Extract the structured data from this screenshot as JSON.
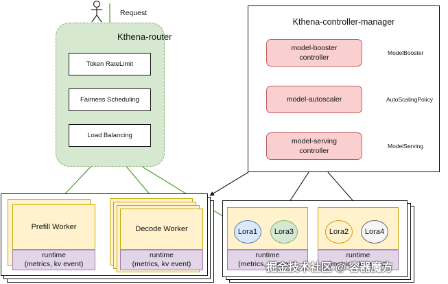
{
  "request": {
    "label": "Request"
  },
  "router": {
    "title": "Kthena-router",
    "steps": [
      "Token RateLimit",
      "Fairness Scheduling",
      "Load Balancing"
    ]
  },
  "controller": {
    "title": "Kthena-controller-manager",
    "items": [
      {
        "line1": "model-booster",
        "line2": "controller",
        "crd": "ModelBooster"
      },
      {
        "line1": "model-autoscaler",
        "line2": "",
        "crd": "AutoScalingPolicy"
      },
      {
        "line1": "model-serving",
        "line2": "controller",
        "crd": "ModelServing"
      }
    ]
  },
  "pools": {
    "prefill": {
      "title": "Prefill Worker",
      "runtime1": "runtime",
      "runtime2": "(metrics, kv event)"
    },
    "decode": {
      "title": "Decode Worker",
      "runtime1": "runtime",
      "runtime2": "(metrics, kv event)"
    },
    "lora_a": {
      "adapters": [
        "Lora1",
        "Lora3"
      ],
      "runtime1": "runtime",
      "runtime2": "(metrics, kv event)"
    },
    "lora_b": {
      "adapters": [
        "Lora2",
        "Lora4"
      ],
      "runtime1": "runtime",
      "runtime2": "(metrics, kv event)"
    }
  },
  "watermark": "掘金技术社区 @ 容器魔方",
  "colors": {
    "router_bg": "#d6e8d0",
    "controller_pill": "#f9d0cf",
    "worker": "#fff2cc",
    "runtime": "#e1d5e7",
    "arrow_green": "#4d9a2a",
    "k8s_blue": "#326ce5"
  },
  "icons": [
    "user-icon",
    "kubernetes-logo-icon"
  ]
}
